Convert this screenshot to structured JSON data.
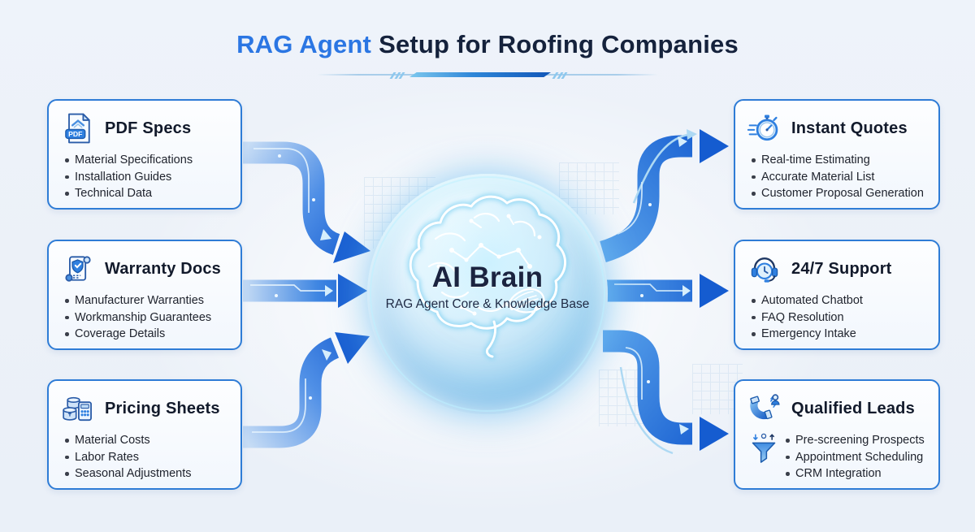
{
  "header": {
    "title_accent": "RAG Agent",
    "title_rest": "Setup for Roofing Companies"
  },
  "center": {
    "title": "AI Brain",
    "subtitle": "RAG Agent Core & Knowledge Base"
  },
  "left_cards": [
    {
      "icon": "pdf-document-icon",
      "badge": "PDF",
      "title": "PDF Specs",
      "items": [
        "Material Specifications",
        "Installation Guides",
        "Technical Data"
      ]
    },
    {
      "icon": "warranty-scroll-shield-icon",
      "title": "Warranty Docs",
      "items": [
        "Manufacturer Warranties",
        "Workmanship Guarantees",
        "Coverage Details"
      ]
    },
    {
      "icon": "coins-calculator-icon",
      "title": "Pricing Sheets",
      "items": [
        "Material Costs",
        "Labor Rates",
        "Seasonal Adjustments"
      ]
    }
  ],
  "right_cards": [
    {
      "icon": "stopwatch-icon",
      "title": "Instant Quotes",
      "items": [
        "Real-time Estimating",
        "Accurate Material List",
        "Customer Proposal Generation"
      ]
    },
    {
      "icon": "headset-clock-icon",
      "title": "24/7 Support",
      "items": [
        "Automated Chatbot",
        "FAQ Resolution",
        "Emergency Intake"
      ]
    },
    {
      "icon": "magnet-person-icon",
      "secondary_icon": "lead-funnel-icon",
      "title": "Qualified Leads",
      "items": [
        "Pre-screening Prospects",
        "Appointment Scheduling",
        "CRM Integration"
      ]
    }
  ],
  "colors": {
    "accent_blue": "#2b76e3",
    "title_navy": "#15223c",
    "card_border": "#2e7cd6",
    "arrow_blue": "#1e6fdd",
    "glow_cyan": "#8fd6f2",
    "background": "#eef3f9"
  }
}
